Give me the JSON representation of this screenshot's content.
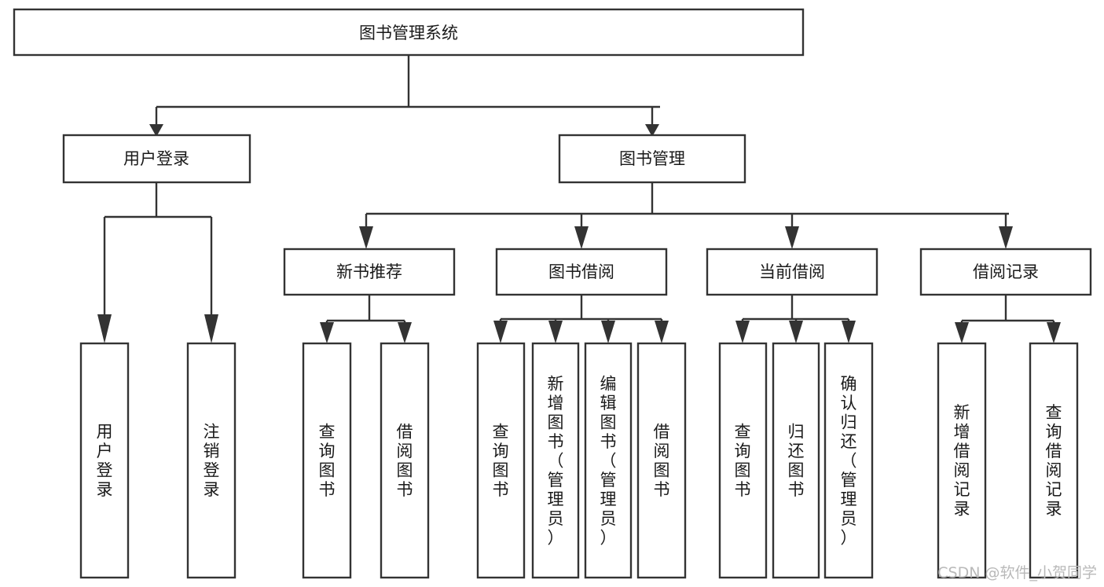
{
  "diagram": {
    "type": "tree",
    "title": "图书管理系统",
    "orientation": "top-down",
    "colors": {
      "background": "#ffffff",
      "box_stroke": "#333333",
      "box_fill": "#ffffff",
      "text": "#1a1a1a",
      "watermark": "#b9b9b9"
    },
    "levels": {
      "root": "图书管理系统",
      "level2": [
        "用户登录",
        "图书管理"
      ],
      "level3": [
        "新书推荐",
        "图书借阅",
        "当前借阅",
        "借阅记录"
      ],
      "level4_vertical_text": true
    }
  },
  "nodes": {
    "root": {
      "label": "图书管理系统",
      "orient": "h"
    },
    "user_login": {
      "label": "用户登录",
      "orient": "h"
    },
    "book_manage": {
      "label": "图书管理",
      "orient": "h"
    },
    "new_book_rec": {
      "label": "新书推荐",
      "orient": "h"
    },
    "book_borrow": {
      "label": "图书借阅",
      "orient": "h"
    },
    "current_borrow": {
      "label": "当前借阅",
      "orient": "h"
    },
    "borrow_record": {
      "label": "借阅记录",
      "orient": "h"
    },
    "leaf_user_login": {
      "label": "用户登录",
      "orient": "v"
    },
    "leaf_logout": {
      "label": "注销登录",
      "orient": "v"
    },
    "leaf_query_book_1": {
      "label": "查询图书",
      "orient": "v"
    },
    "leaf_borrow_book_1": {
      "label": "借阅图书",
      "orient": "v"
    },
    "leaf_query_book_2": {
      "label": "查询图书",
      "orient": "v"
    },
    "leaf_add_book": {
      "label": "新增图书（管理员）",
      "orient": "v"
    },
    "leaf_edit_book": {
      "label": "编辑图书（管理员）",
      "orient": "v"
    },
    "leaf_borrow_book_2": {
      "label": "借阅图书",
      "orient": "v"
    },
    "leaf_query_book_3": {
      "label": "查询图书",
      "orient": "v"
    },
    "leaf_return_book": {
      "label": "归还图书",
      "orient": "v"
    },
    "leaf_confirm_return": {
      "label": "确认归还（管理员）",
      "orient": "v"
    },
    "leaf_add_record": {
      "label": "新增借阅记录",
      "orient": "v"
    },
    "leaf_query_record": {
      "label": "查询借阅记录",
      "orient": "v"
    }
  },
  "watermark": {
    "text": "CSDN @软件_小贺同学"
  }
}
